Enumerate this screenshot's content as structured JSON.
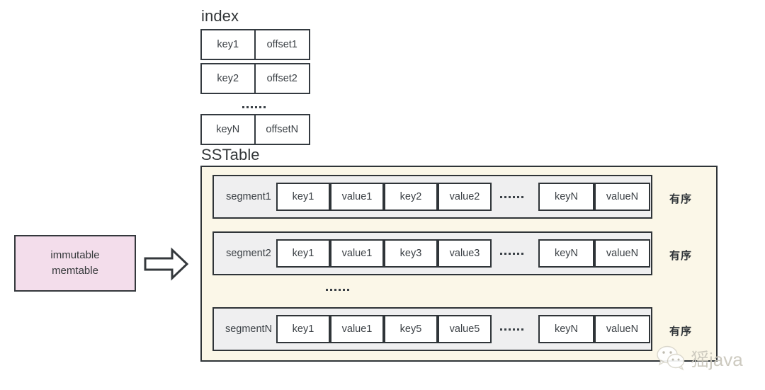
{
  "diagram": {
    "index": {
      "title": "index",
      "rows": [
        {
          "key": "key1",
          "offset": "offset1"
        },
        {
          "key": "key2",
          "offset": "offset2"
        },
        {
          "key": "keyN",
          "offset": "offsetN"
        }
      ],
      "ellipsis": "......"
    },
    "sstable": {
      "title": "SSTable",
      "ellipsis": "......",
      "segments": [
        {
          "label": "segment1",
          "cells": [
            "key1",
            "value1",
            "key2",
            "value2"
          ],
          "ellipsis": "......",
          "tail_cells": [
            "keyN",
            "valueN"
          ],
          "sorted_label": "有序"
        },
        {
          "label": "segment2",
          "cells": [
            "key1",
            "value1",
            "key3",
            "value3"
          ],
          "ellipsis": "......",
          "tail_cells": [
            "keyN",
            "valueN"
          ],
          "sorted_label": "有序"
        },
        {
          "label": "segmentN",
          "cells": [
            "key1",
            "value1",
            "key5",
            "value5"
          ],
          "ellipsis": "......",
          "tail_cells": [
            "keyN",
            "valueN"
          ],
          "sorted_label": "有序"
        }
      ]
    },
    "memtable": {
      "line1": "immutable",
      "line2": "memtable"
    },
    "arrow": {
      "direction": "right"
    },
    "watermark": {
      "text": "猺java",
      "icon": "wechat-icon"
    }
  },
  "colors": {
    "stroke": "#2f3438",
    "sstable_bg": "#fbf7e8",
    "segment_bg": "#efeff0",
    "cell_bg": "#ffffff",
    "memtable_bg": "#f3ddeb",
    "watermark": "#c9c6bb"
  }
}
